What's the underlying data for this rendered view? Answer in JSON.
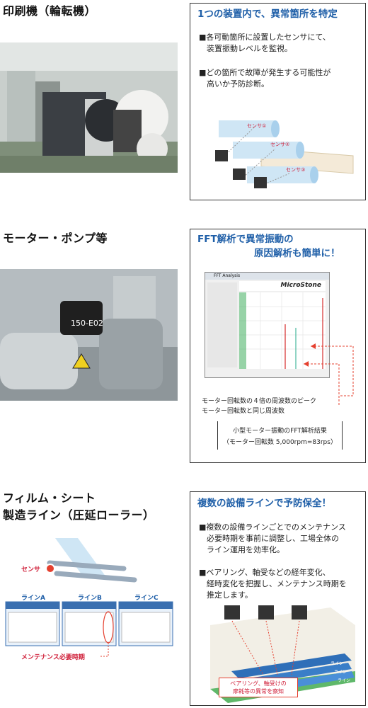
{
  "sections": [
    {
      "title": "印刷機（輪転機）",
      "box_title": "1つの装置内で、異常箇所を特定",
      "bullets": [
        [
          "■各可動箇所に設置したセンサにて、",
          "　装置振動レベルを監視。"
        ],
        [
          "■どの箇所で故障が発生する可能性が",
          "　高いか予防診断。"
        ]
      ],
      "sensor_labels": [
        "センサ①",
        "センサ②",
        "センサ③"
      ]
    },
    {
      "title": "モーター・ポンプ等",
      "box_title_lines": [
        "FFT解析で異常振動の",
        "原因解析も簡単に！"
      ],
      "window_title": "FFT Analysis",
      "brand": "MicroStone",
      "device_label": "150-E02",
      "annotation_lines": [
        "モーター回転数の４倍の周波数のピーク",
        "モーター回転数と同じ周波数"
      ],
      "result_lines": [
        "小型モーター振動のFFT解析結果",
        "（モーター回転数 5,000rpm=83rps）"
      ]
    },
    {
      "title_lines": [
        "フィルム・シート",
        "製造ライン（圧延ローラー）"
      ],
      "sensor_label": "センサ",
      "lines": [
        "ラインA",
        "ラインB",
        "ラインC"
      ],
      "maintenance_label": "メンテナンス必要時期",
      "box_title": "複数の設備ラインで予防保全！",
      "bullets": [
        [
          "■複数の設備ラインごとでのメンテナンス",
          "　必要時期を事前に調整し、工場全体の",
          "　ライン運用を効率化。"
        ],
        [
          "■ベアリング、軸受などの経年変化、",
          "　経時変化を把握し、メンテナンス時期を",
          "　推定します。"
        ]
      ],
      "callout_lines": [
        "ベアリング、軸受けの",
        "摩耗等の異常を察知"
      ],
      "platform_labels": [
        "ライン",
        "ライン",
        "ライン"
      ]
    }
  ]
}
